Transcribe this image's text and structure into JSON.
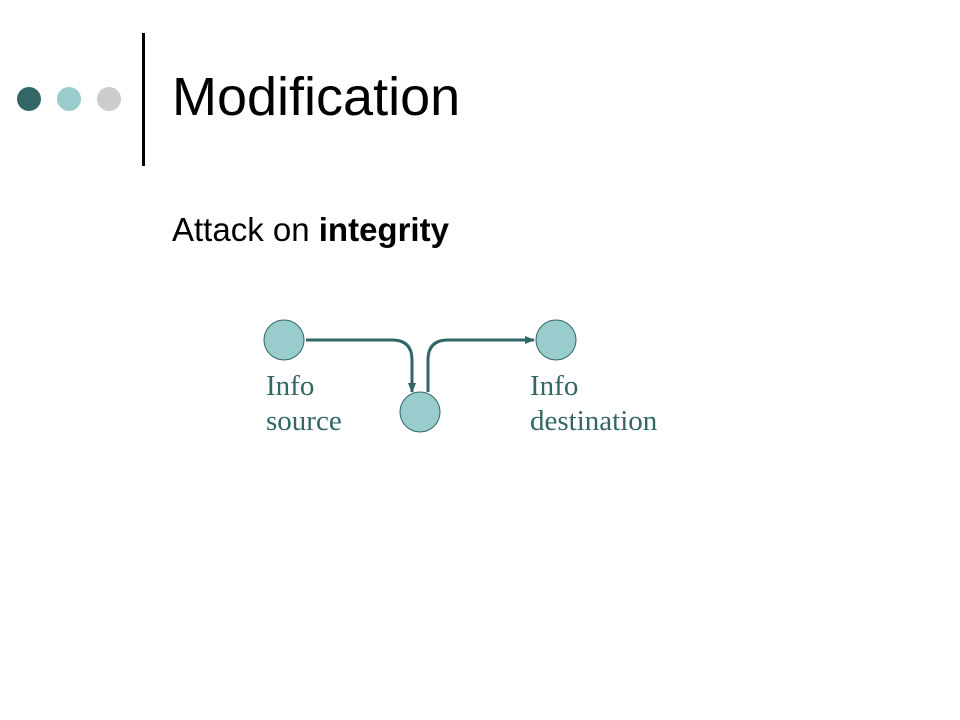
{
  "slide": {
    "title": "Modification",
    "subtitle_prefix": "Attack on ",
    "subtitle_emphasis": "integrity"
  },
  "diagram": {
    "source_label_line1": "Info",
    "source_label_line2": "source",
    "destination_label_line1": "Info",
    "destination_label_line2": "destination"
  },
  "colors": {
    "accent_dark": "#336666",
    "accent_light": "#99cccc",
    "accent_gray": "#cccccc",
    "node_fill": "#99cccc",
    "arrow_stroke": "#336666"
  }
}
